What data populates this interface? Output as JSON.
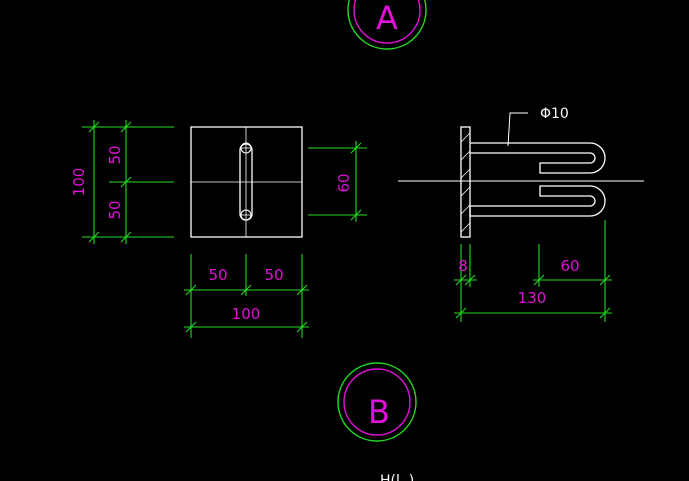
{
  "colors": {
    "background": "#000000",
    "geometry": "#ffffff",
    "dimension": "#22dd22",
    "dim_text": "#e010d8",
    "bubble_outer": "#22dd22",
    "bubble_inner": "#e010d8"
  },
  "plan": {
    "dim_height_total": "100",
    "dim_height_upper": "50",
    "dim_height_lower": "50",
    "dim_width_left": "50",
    "dim_width_right": "50",
    "dim_width_total": "100",
    "dim_slot": "60"
  },
  "side": {
    "rebar_note": "Φ10",
    "dim_plate": "8",
    "dim_bend": "60",
    "dim_total": "130"
  },
  "bubbles": {
    "top": "A",
    "bottom": "B"
  },
  "footer_text": "H(l..)"
}
